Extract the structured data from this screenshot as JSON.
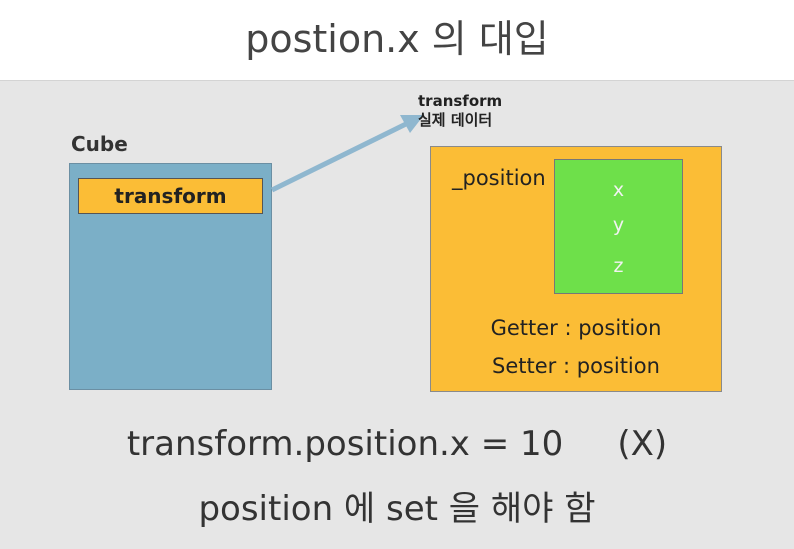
{
  "slide": {
    "title": "postion.x 의 대입",
    "cube_label": "Cube",
    "transform_field": "transform",
    "arrow_label_line1": "transform",
    "arrow_label_line2": "실제 데이터",
    "private_field": "_position",
    "coords": [
      "x",
      "y",
      "z"
    ],
    "getter": "Getter : position",
    "setter": "Setter : position",
    "bottom_line1": "transform.position.x = 10     (X)",
    "bottom_line2": "position 에 set 을 해야 함"
  },
  "colors": {
    "cube_box": "#7bafc7",
    "field_orange": "#fbbd36",
    "inner_green": "#6ee04a",
    "arrow": "#8fb7cf"
  }
}
